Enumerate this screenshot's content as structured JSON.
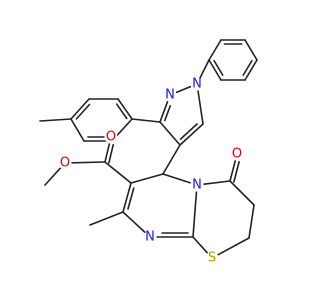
{
  "colors": {
    "bond": "#222222",
    "nitrogen": "#1a1ae6",
    "oxygen": "#e60000",
    "sulfur": "#b3a000"
  },
  "atoms": {
    "n_pyrazole_1": {
      "label": "N",
      "element": "nitrogen"
    },
    "n_pyrazole_2": {
      "label": "N",
      "element": "nitrogen"
    },
    "n_ring_bridge": {
      "label": "N",
      "element": "nitrogen"
    },
    "n_pyrimidine": {
      "label": "N",
      "element": "nitrogen"
    },
    "s_thiazine": {
      "label": "S",
      "element": "sulfur"
    },
    "o_ketone": {
      "label": "O",
      "element": "oxygen"
    },
    "o_ester_carbonyl": {
      "label": "O",
      "element": "oxygen"
    },
    "o_ester_ether": {
      "label": "O",
      "element": "oxygen"
    }
  }
}
